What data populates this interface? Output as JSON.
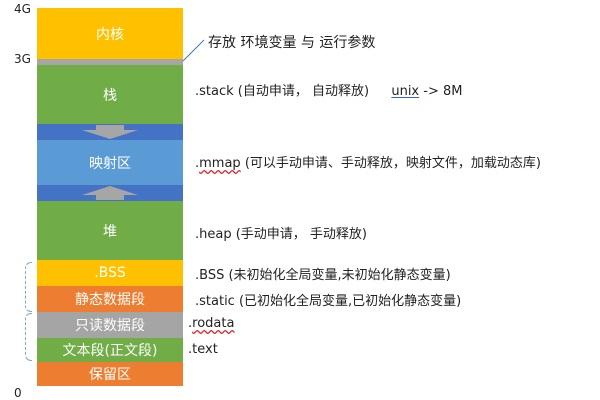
{
  "axis": {
    "top": "4G",
    "mid": "3G",
    "bottom": "0"
  },
  "segments": {
    "kernel": "内核",
    "stack": "栈",
    "mmap": "映射区",
    "heap": "堆",
    "bss": ".BSS",
    "static": "静态数据段",
    "rodata": "只读数据段",
    "text": "文本段(正文段)",
    "reserved": "保留区"
  },
  "descriptions": {
    "kernel_note": "存放 环境变量 与 运行参数",
    "stack_main": ".stack (自动申请， 自动释放)",
    "stack_unix": "unix",
    "stack_size": "-> 8M",
    "mmap_prefix": ".",
    "mmap_word": "mmap",
    "mmap_rest": " (可以手动申请、手动释放，映射文件，加载动态库)",
    "heap": ".heap (手动申请， 手动释放)",
    "bss": ".BSS (未初始化全局变量,未初始化静态变量)",
    "static": ".static (已初始化全局变量,已初始化静态变量)",
    "rodata_prefix": ".",
    "rodata_word": "rodata",
    "text": ".text"
  },
  "colors": {
    "kernel": "#FFC000",
    "gap": "#A6A6A6",
    "stack": "#70AD47",
    "blue_dark": "#4472C4",
    "mmap": "#5B9BD5",
    "heap": "#70AD47",
    "bss": "#FFC000",
    "static": "#ED7D31",
    "rodata": "#A5A5A5",
    "text": "#70AD47",
    "reserved": "#ED7D31",
    "arrow": "#A6A6A6"
  }
}
